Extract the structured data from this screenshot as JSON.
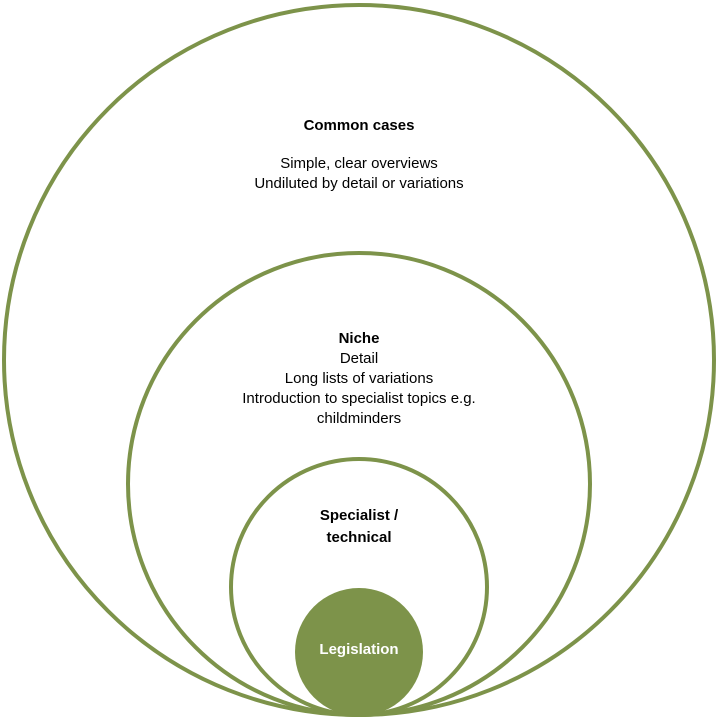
{
  "colors": {
    "ring": "#7d934a",
    "core_fill": "#7d934a",
    "core_text": "#ffffff"
  },
  "outer": {
    "title": "Common cases",
    "lines": [
      "Simple, clear overviews",
      "Undiluted by detail or variations"
    ]
  },
  "middle": {
    "title": "Niche",
    "lines": [
      "Detail",
      "Long lists of variations",
      "Introduction to specialist topics e.g.",
      "childminders"
    ]
  },
  "inner": {
    "lines": [
      "Specialist /",
      "technical"
    ]
  },
  "core": {
    "label": "Legislation"
  }
}
